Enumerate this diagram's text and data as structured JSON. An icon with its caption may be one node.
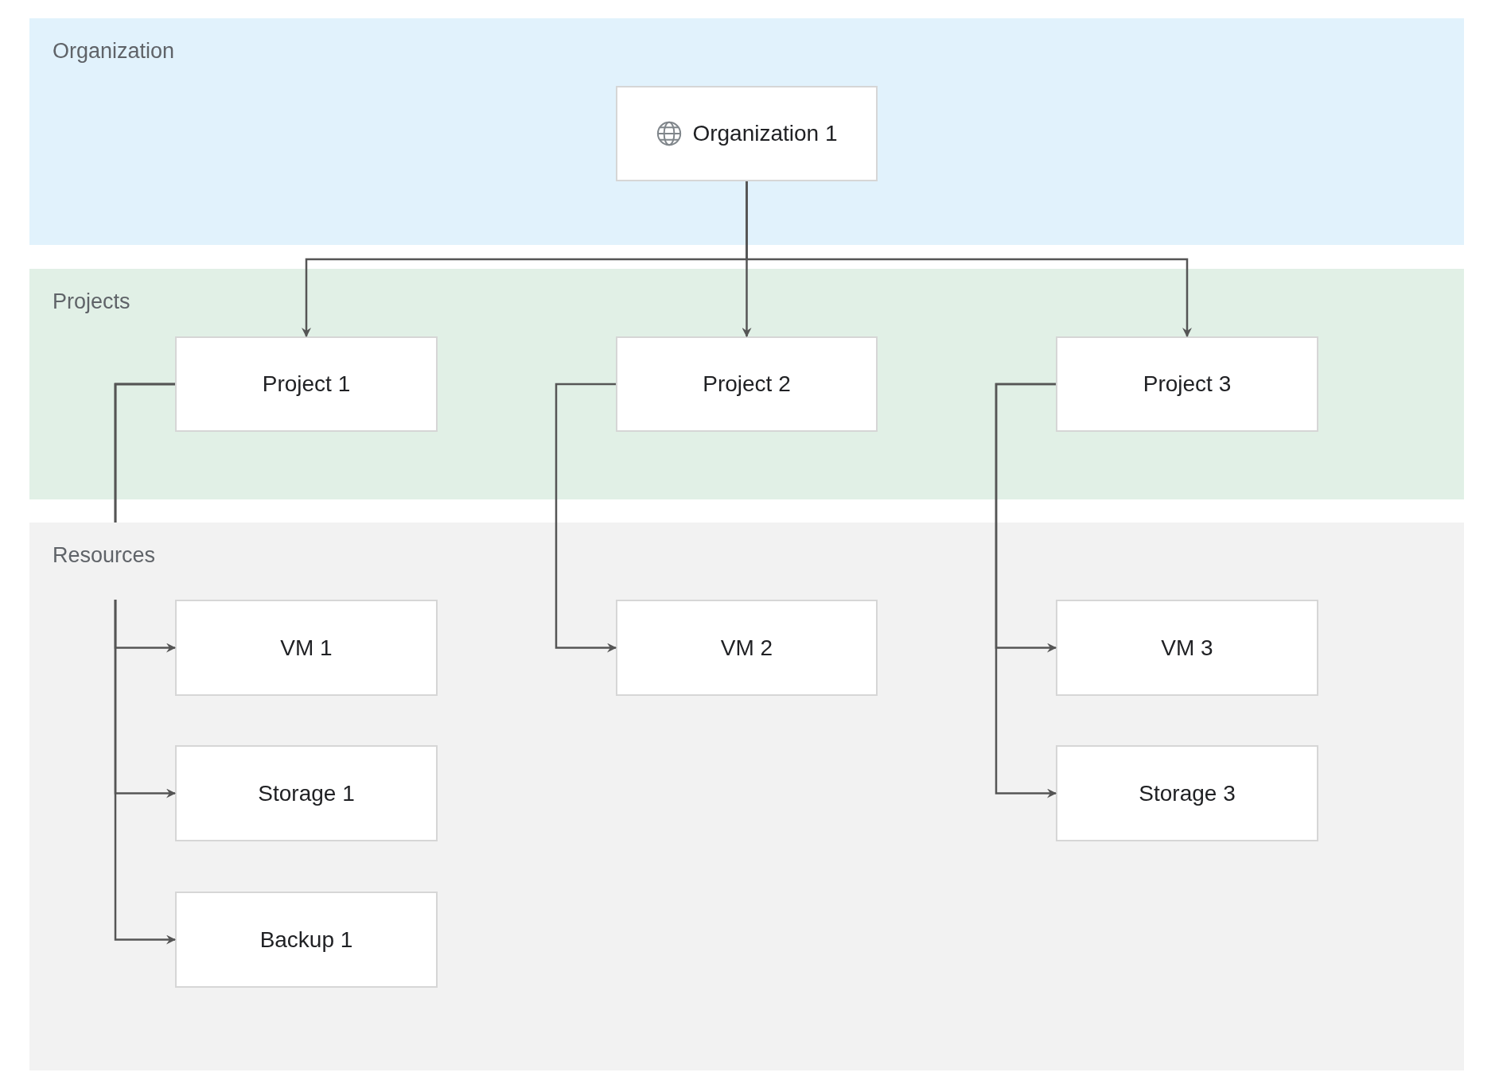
{
  "diagram": {
    "nodes": [
      {
        "text": [
          "Organization"
        ]
      },
      {
        "text": [
          "Projects"
        ]
      },
      {
        "text": [
          "Resources"
        ]
      },
      {
        "text": [
          "Organization 1"
        ],
        "in": 0
      },
      {
        "text": [
          "Project 1"
        ],
        "in": 1
      },
      {
        "text": [
          "Project 2"
        ],
        "in": 1
      },
      {
        "text": [
          "Project 3"
        ],
        "in": 1
      },
      {
        "text": [
          "VM 1"
        ],
        "in": 2
      },
      {
        "text": [
          "Storage 1"
        ],
        "in": 2
      },
      {
        "text": [
          "Backup 1"
        ],
        "in": 2
      },
      {
        "text": [
          "VM 2"
        ],
        "in": 2
      },
      {
        "text": [
          "VM 3"
        ],
        "in": 2
      },
      {
        "text": [
          "Storage 3"
        ],
        "in": 2
      }
    ],
    "edges": [
      {
        "from": 3,
        "to": 4,
        "arrow": "to"
      },
      {
        "from": 3,
        "to": 5,
        "arrow": "to"
      },
      {
        "from": 3,
        "to": 6,
        "arrow": "to"
      },
      {
        "from": 4,
        "to": 7,
        "arrow": "to"
      },
      {
        "from": 4,
        "to": 8,
        "arrow": "to"
      },
      {
        "from": 4,
        "to": 9,
        "arrow": "to"
      },
      {
        "from": 5,
        "to": 10,
        "arrow": "to"
      },
      {
        "from": 6,
        "to": 11,
        "arrow": "to"
      },
      {
        "from": 6,
        "to": 12,
        "arrow": "to"
      }
    ]
  }
}
